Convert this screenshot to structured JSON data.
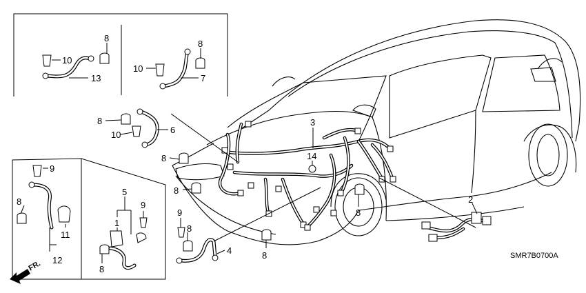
{
  "diagram_code": "SMR7B0700A",
  "direction_label": "FR.",
  "callouts": {
    "c1": "1",
    "c2": "2",
    "c3": "3",
    "c4": "4",
    "c5": "5",
    "c6": "6",
    "c7": "7",
    "c8a": "8",
    "c8b": "8",
    "c8c": "8",
    "c8d": "8",
    "c8e": "8",
    "c8f": "8",
    "c8g": "8",
    "c8h": "8",
    "c8i": "8",
    "c8j": "8",
    "c9a": "9",
    "c9b": "9",
    "c9c": "9",
    "c10a": "10",
    "c10b": "10",
    "c10c": "10",
    "c11": "11",
    "c12": "12",
    "c13": "13",
    "c14": "14"
  }
}
